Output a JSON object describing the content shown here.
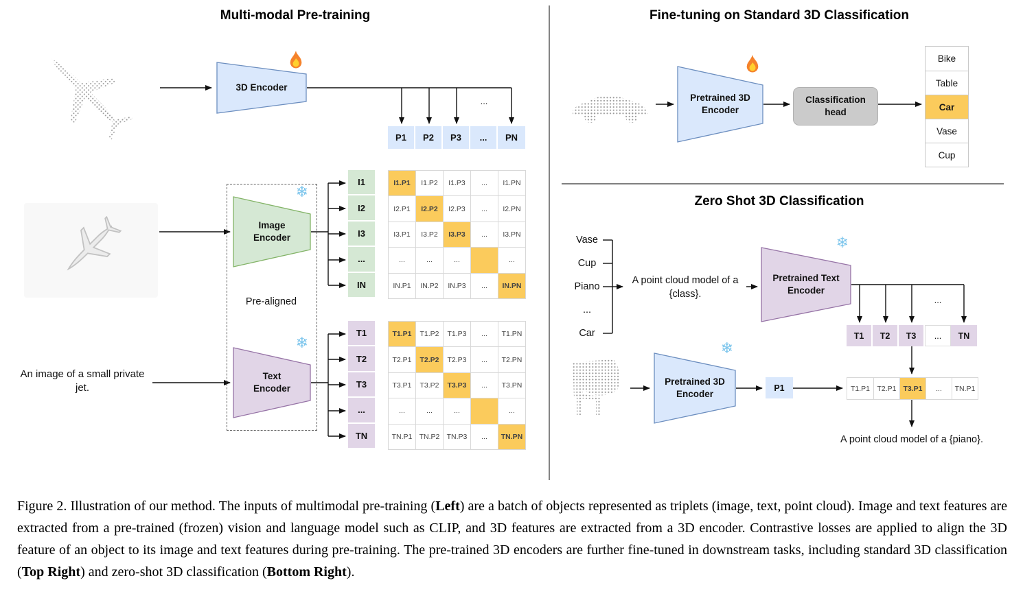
{
  "figure": {
    "colors": {
      "blue": "#DAE8FC",
      "green": "#D5E8D4",
      "purple": "#E1D5E7",
      "highlight": "#FBCB5C",
      "head_gray": "#CBCBCB"
    },
    "icons": {
      "trainable": "fire-icon",
      "frozen": "snowflake-icon",
      "snowflake_glyph": "❄"
    },
    "dots": "...",
    "left": {
      "title": "Multi-modal Pre-training",
      "encoder3d": {
        "label": "3D Encoder"
      },
      "image_encoder": {
        "label": "Image Encoder"
      },
      "text_encoder": {
        "label": "Text Encoder"
      },
      "prealigned": "Pre-aligned",
      "image_caption": "An image of a small private jet.",
      "p_row": [
        "P1",
        "P2",
        "P3",
        "...",
        "PN"
      ],
      "i_col": [
        "I1",
        "I2",
        "I3",
        "...",
        "IN"
      ],
      "t_col": [
        "T1",
        "T2",
        "T3",
        "...",
        "TN"
      ],
      "i_matrix": [
        [
          "I1.P1",
          "I1.P2",
          "I1.P3",
          "...",
          "I1.PN"
        ],
        [
          "I2.P1",
          "I2.P2",
          "I2.P3",
          "...",
          "I2.PN"
        ],
        [
          "I3.P1",
          "I3.P2",
          "I3.P3",
          "...",
          "I3.PN"
        ],
        [
          "...",
          "...",
          "...",
          "",
          "..."
        ],
        [
          "IN.P1",
          "IN.P2",
          "IN.P3",
          "...",
          "IN.PN"
        ]
      ],
      "t_matrix": [
        [
          "T1.P1",
          "T1.P2",
          "T1.P3",
          "...",
          "T1.PN"
        ],
        [
          "T2.P1",
          "T2.P2",
          "T2.P3",
          "...",
          "T2.PN"
        ],
        [
          "T3.P1",
          "T3.P2",
          "T3.P3",
          "...",
          "T3.PN"
        ],
        [
          "...",
          "...",
          "...",
          "",
          "..."
        ],
        [
          "TN.P1",
          "TN.P2",
          "TN.P3",
          "...",
          "TN.PN"
        ]
      ]
    },
    "top_right": {
      "title": "Fine-tuning on Standard 3D Classification",
      "encoder": {
        "label": "Pretrained 3D Encoder"
      },
      "class_head": {
        "label": "Classification head"
      },
      "classes": [
        "Bike",
        "Table",
        "Car",
        "Vase",
        "Cup"
      ],
      "highlighted_class": "Car"
    },
    "bottom_right": {
      "title": "Zero Shot 3D Classification",
      "classes": [
        "Vase",
        "Cup",
        "Piano",
        "...",
        "Car"
      ],
      "prompt": "A point cloud model of a {class}.",
      "text_encoder": {
        "label": "Pretrained Text Encoder"
      },
      "encoder3d": {
        "label": "Pretrained 3D Encoder"
      },
      "t_row": [
        "T1",
        "T2",
        "T3",
        "...",
        "TN"
      ],
      "p_cell": "P1",
      "product_row": [
        "T1.P1",
        "T2.P1",
        "T3.P1",
        "...",
        "TN.P1"
      ],
      "result_prompt": "A point cloud model of a {piano}."
    },
    "caption": {
      "segments": [
        {
          "text": "Figure 2. Illustration of our method. The inputs of multimodal pre-training (",
          "bold": false
        },
        {
          "text": "Left",
          "bold": true
        },
        {
          "text": ") are a batch of objects represented as triplets (image, text, point cloud). Image and text features are extracted from a pre-trained (frozen) vision and language model such as CLIP, and 3D features are extracted from a 3D encoder. Contrastive losses are applied to align the 3D feature of an object to its image and text features during pre-training. The pre-trained 3D encoders are further fine-tuned in downstream tasks, including standard 3D classification (",
          "bold": false
        },
        {
          "text": "Top Right",
          "bold": true
        },
        {
          "text": ") and zero-shot 3D classification (",
          "bold": false
        },
        {
          "text": "Bottom Right",
          "bold": true
        },
        {
          "text": ").",
          "bold": false
        }
      ]
    }
  }
}
